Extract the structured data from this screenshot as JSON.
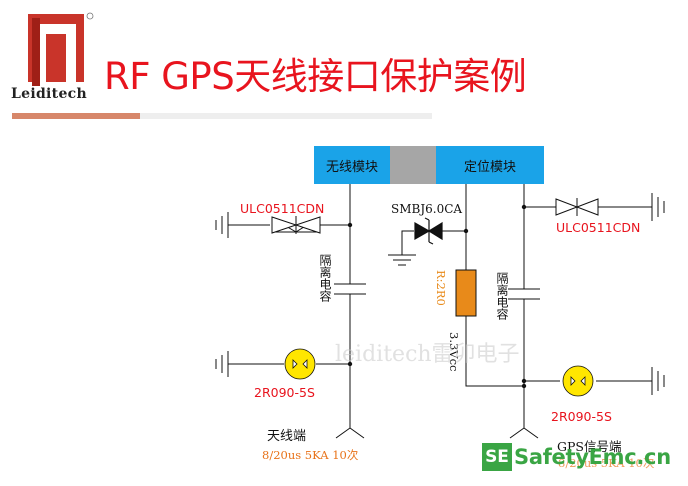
{
  "header": {
    "logo_text": "Leiditech",
    "title": "RF GPS天线接口保护案例"
  },
  "modules": {
    "wireless": "无线模块",
    "positioning": "定位模块"
  },
  "components": {
    "tvs_left": "ULC0511CDN",
    "tvs_right": "ULC0511CDN",
    "tvs_center": "SMBJ6.0CA",
    "cap_left": "隔离电容",
    "cap_right": "隔离电容",
    "resistor": "R:2R0",
    "supply": "3.3Vcc",
    "gdt_left": "2R090-5S",
    "gdt_right": "2R090-5S"
  },
  "ports": {
    "antenna": "天线端",
    "gps": "GPS信号端",
    "surge_left": "8/20us 5KA 10次",
    "surge_right": "8/20us 5KA 10次"
  },
  "watermark": {
    "text": "leiditech雷卯电子",
    "site_badge": "SE",
    "site_name": "SafetyEmc.cn"
  },
  "colors": {
    "title": "#e8141e",
    "module_blue": "#1aa3e8",
    "module_gray": "#a6a6a6",
    "resistor": "#e88a1a",
    "gdt": "#ffe600",
    "site_green": "#3aa544"
  }
}
